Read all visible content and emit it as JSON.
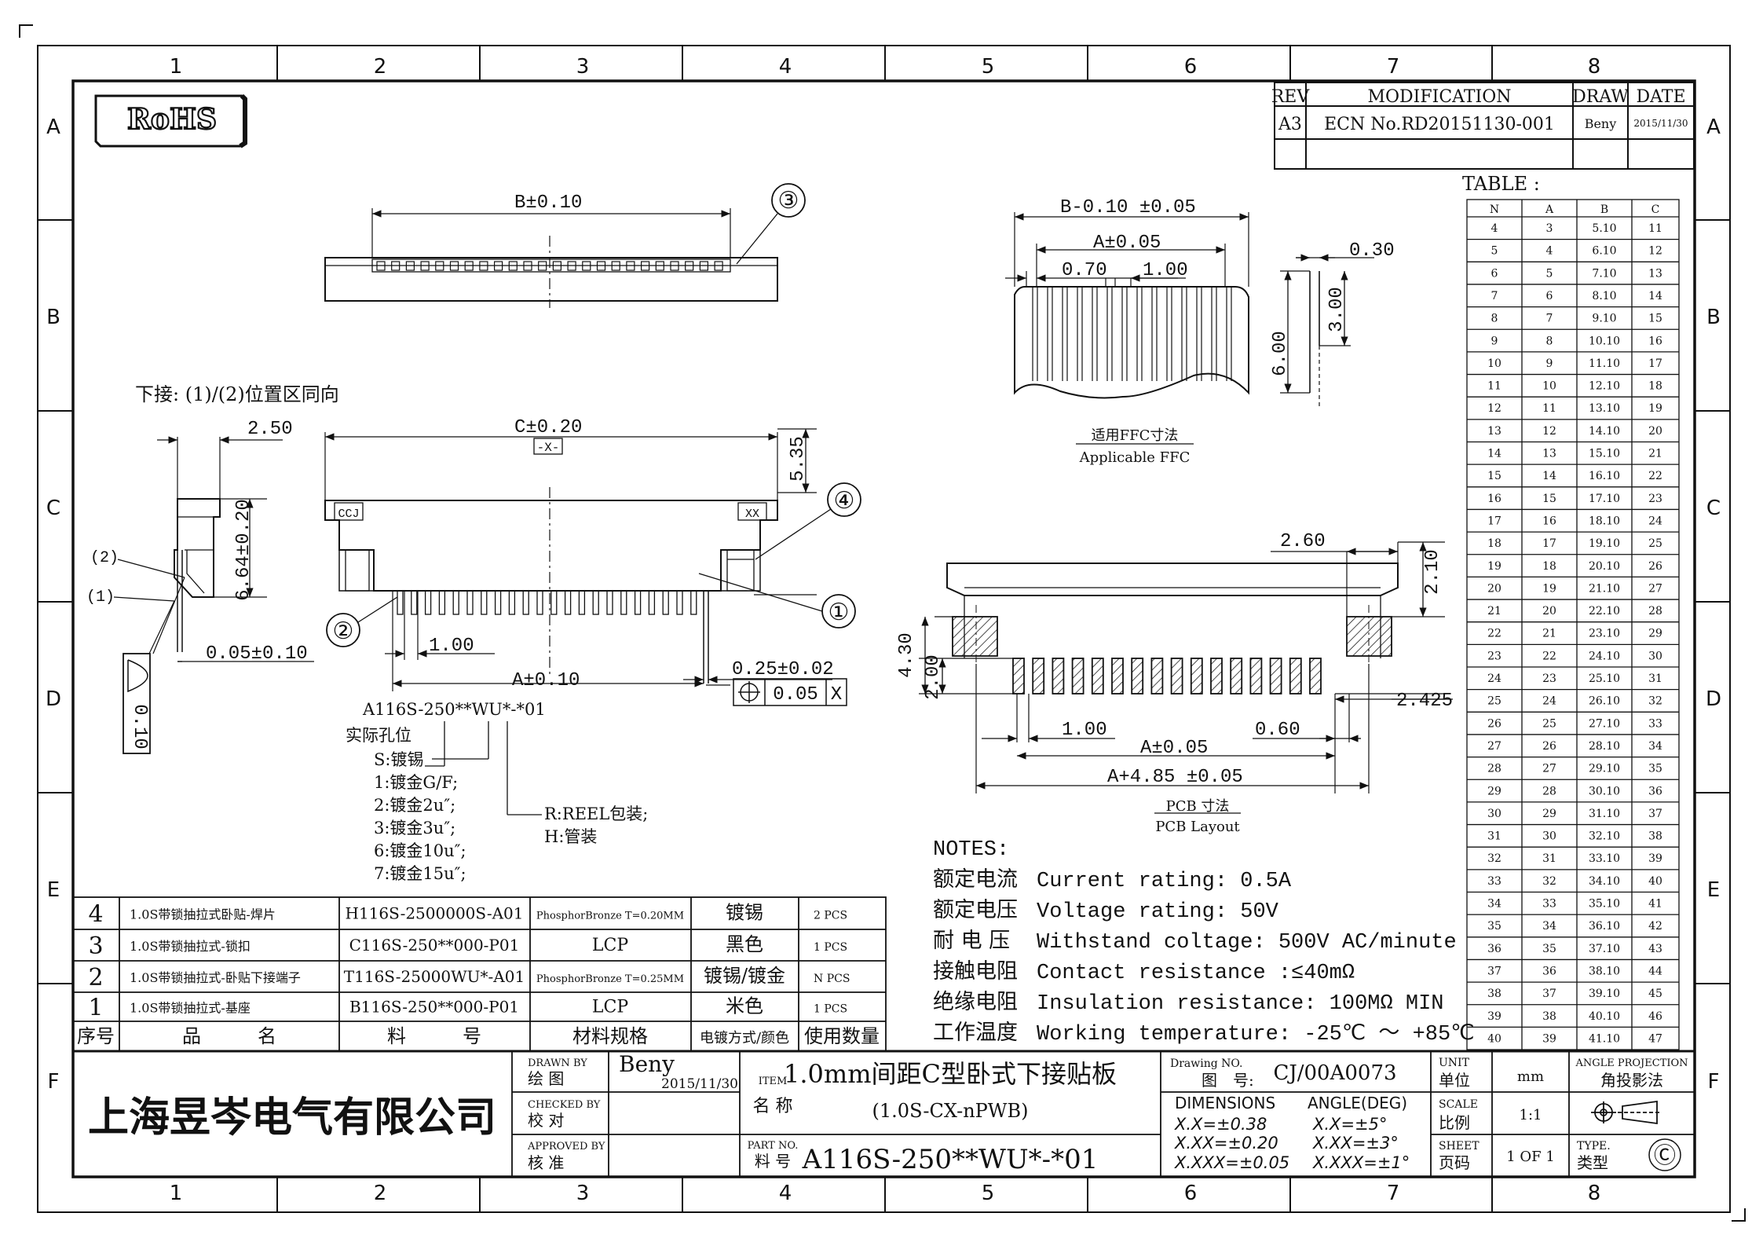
{
  "zones": {
    "cols": [
      "1",
      "2",
      "3",
      "4",
      "5",
      "6",
      "7",
      "8"
    ],
    "rows": [
      "A",
      "B",
      "C",
      "D",
      "E",
      "F"
    ]
  },
  "rohs": "RoHS",
  "revision": {
    "headers": [
      "REV",
      "MODIFICATION",
      "DRAW",
      "DATE"
    ],
    "rows": [
      [
        "A3",
        "ECN No.RD20151130-001",
        "Beny",
        "2015/11/30"
      ]
    ]
  },
  "views": {
    "top_view": {
      "dim_b": "B±0.10",
      "callout": "③"
    },
    "ffc": {
      "dim_b": "B-0.10 ±0.05",
      "dim_a": "A±0.05",
      "dim_070": "0.70",
      "dim_100": "1.00",
      "dim_030": "0.30",
      "dim_600": "6.00",
      "dim_300": "3.00",
      "caption_cn": "适用FFC寸法",
      "caption_en": "Applicable FFC"
    },
    "front_view": {
      "note": "下接: (1)/(2)位置区同向",
      "dim_250": "2.50",
      "dim_c": "C±0.20",
      "datum": "-X-",
      "dim_535": "5.35",
      "mark_left": "CCJ",
      "mark_right": "XX",
      "callout_4": "④",
      "callout_1": "①",
      "callout_2": "②",
      "side_label_2": "(2)",
      "side_label_1": "(1)",
      "dim_664": "6.64±0.20",
      "dim_005": "0.05±0.10",
      "dim_010": "0.10",
      "dim_100": "1.00",
      "dim_a": "A±0.10",
      "dim_025": "0.25±0.02",
      "tol_value": "0.05",
      "tol_datum": "X"
    },
    "part_code": {
      "code": "A116S-250**WU*-*01",
      "label_holes": "实际孔位",
      "plating_title": "S:镀锡",
      "plating_options": [
        "1:镀金G/F;",
        "2:镀金2u″;",
        "3:镀金3u″;",
        "6:镀金10u″;",
        "7:镀金15u″;"
      ],
      "pack_r": "R:REEL包装;",
      "pack_h": "H:管装"
    },
    "pcb": {
      "dim_260": "2.60",
      "dim_210": "2.10",
      "dim_430": "4.30",
      "dim_200": "2.00",
      "dim_2425": "2.425",
      "dim_100": "1.00",
      "dim_060": "0.60",
      "dim_a": "A±0.05",
      "dim_a485": "A+4.85 ±0.05",
      "caption_cn": "PCB  寸法",
      "caption_en": "PCB Layout"
    }
  },
  "notes": {
    "title": "NOTES:",
    "items": [
      {
        "cn": "额定电流",
        "en": "Current rating: 0.5A"
      },
      {
        "cn": "额定电压",
        "en": "Voltage rating: 50V"
      },
      {
        "cn": "耐 电 压",
        "en": "Withstand coltage: 500V AC/minute"
      },
      {
        "cn": "接触电阻",
        "en": "Contact resistance :≤40mΩ"
      },
      {
        "cn": "绝缘电阻",
        "en": "Insulation resistance: 100MΩ MIN"
      },
      {
        "cn": "工作温度",
        "en": "Working temperature: -25℃ ～ +85℃"
      }
    ]
  },
  "table": {
    "title": "TABLE :",
    "headers": [
      "N",
      "A",
      "B",
      "C"
    ],
    "rows": [
      [
        "4",
        "3",
        "5.10",
        "11"
      ],
      [
        "5",
        "4",
        "6.10",
        "12"
      ],
      [
        "6",
        "5",
        "7.10",
        "13"
      ],
      [
        "7",
        "6",
        "8.10",
        "14"
      ],
      [
        "8",
        "7",
        "9.10",
        "15"
      ],
      [
        "9",
        "8",
        "10.10",
        "16"
      ],
      [
        "10",
        "9",
        "11.10",
        "17"
      ],
      [
        "11",
        "10",
        "12.10",
        "18"
      ],
      [
        "12",
        "11",
        "13.10",
        "19"
      ],
      [
        "13",
        "12",
        "14.10",
        "20"
      ],
      [
        "14",
        "13",
        "15.10",
        "21"
      ],
      [
        "15",
        "14",
        "16.10",
        "22"
      ],
      [
        "16",
        "15",
        "17.10",
        "23"
      ],
      [
        "17",
        "16",
        "18.10",
        "24"
      ],
      [
        "18",
        "17",
        "19.10",
        "25"
      ],
      [
        "19",
        "18",
        "20.10",
        "26"
      ],
      [
        "20",
        "19",
        "21.10",
        "27"
      ],
      [
        "21",
        "20",
        "22.10",
        "28"
      ],
      [
        "22",
        "21",
        "23.10",
        "29"
      ],
      [
        "23",
        "22",
        "24.10",
        "30"
      ],
      [
        "24",
        "23",
        "25.10",
        "31"
      ],
      [
        "25",
        "24",
        "26.10",
        "32"
      ],
      [
        "26",
        "25",
        "27.10",
        "33"
      ],
      [
        "27",
        "26",
        "28.10",
        "34"
      ],
      [
        "28",
        "27",
        "29.10",
        "35"
      ],
      [
        "29",
        "28",
        "30.10",
        "36"
      ],
      [
        "30",
        "29",
        "31.10",
        "37"
      ],
      [
        "31",
        "30",
        "32.10",
        "38"
      ],
      [
        "32",
        "31",
        "33.10",
        "39"
      ],
      [
        "33",
        "32",
        "34.10",
        "40"
      ],
      [
        "34",
        "33",
        "35.10",
        "41"
      ],
      [
        "35",
        "34",
        "36.10",
        "42"
      ],
      [
        "36",
        "35",
        "37.10",
        "43"
      ],
      [
        "37",
        "36",
        "38.10",
        "44"
      ],
      [
        "38",
        "37",
        "39.10",
        "45"
      ],
      [
        "39",
        "38",
        "40.10",
        "46"
      ],
      [
        "40",
        "39",
        "41.10",
        "47"
      ]
    ]
  },
  "bom": {
    "rows": [
      [
        "4",
        "1.0S带锁抽拉式卧贴-焊片",
        "H116S-2500000S-A01",
        "PhosphorBronze T=0.20MM",
        "镀锡",
        "2 PCS"
      ],
      [
        "3",
        "1.0S带锁抽拉式-锁扣",
        "C116S-250**000-P01",
        "LCP",
        "黑色",
        "1 PCS"
      ],
      [
        "2",
        "1.0S带锁抽拉式-卧贴下接端子",
        "T116S-25000WU*-A01",
        "PhosphorBronze T=0.25MM",
        "镀锡/镀金",
        "N PCS"
      ],
      [
        "1",
        "1.0S带锁抽拉式-基座",
        "B116S-250**000-P01",
        "LCP",
        "米色",
        "1 PCS"
      ]
    ],
    "headers": [
      "序号",
      "品　　　名",
      "料　　　号",
      "材料规格",
      "电镀方式/颜色",
      "使用数量"
    ]
  },
  "title_block": {
    "company": "上海昱岑电气有限公司",
    "drawn_by_en": "DRAWN BY",
    "drawn_by_cn": "绘 图",
    "drawn_name": "Beny",
    "drawn_date": "2015/11/30",
    "checked_by_en": "CHECKED BY",
    "checked_by_cn": "校 对",
    "approved_by_en": "APPROVED BY",
    "approved_by_cn": "核 准",
    "item_en": "ITEM",
    "item_cn": "名 称",
    "part_no_en": "PART NO.",
    "part_no_cn": "料 号",
    "title_main": "1.0mm间距C型卧式下接贴板",
    "title_sub": "(1.0S-CX-nPWB)",
    "part_no": "A116S-250**WU*-*01",
    "drawing_no_en": "Drawing NO.",
    "drawing_no_cn": "图　号:",
    "drawing_no": "CJ/00A0073",
    "dimensions": "DIMENSIONS",
    "angle": "ANGLE(DEG)",
    "tol_1": "X.X=±0.38",
    "tol_2": "X.XX=±0.20",
    "tol_3": "X.XXX=±0.05",
    "ang_1": "X.X=±5°",
    "ang_2": "X.XX=±3°",
    "ang_3": "X.XXX=±1°",
    "unit_en": "UNIT",
    "unit_cn": "单位",
    "unit_value": "mm",
    "scale_en": "SCALE",
    "scale_cn": "比例",
    "scale_value": "1:1",
    "sheet_en": "SHEET",
    "sheet_cn": "页码",
    "sheet_value": "1 OF 1",
    "projection_en": "ANGLE PROJECTION",
    "projection_cn": "角投影法",
    "type_en": "TYPE.",
    "type_cn": "类型",
    "type_value": "Ⓒ"
  }
}
